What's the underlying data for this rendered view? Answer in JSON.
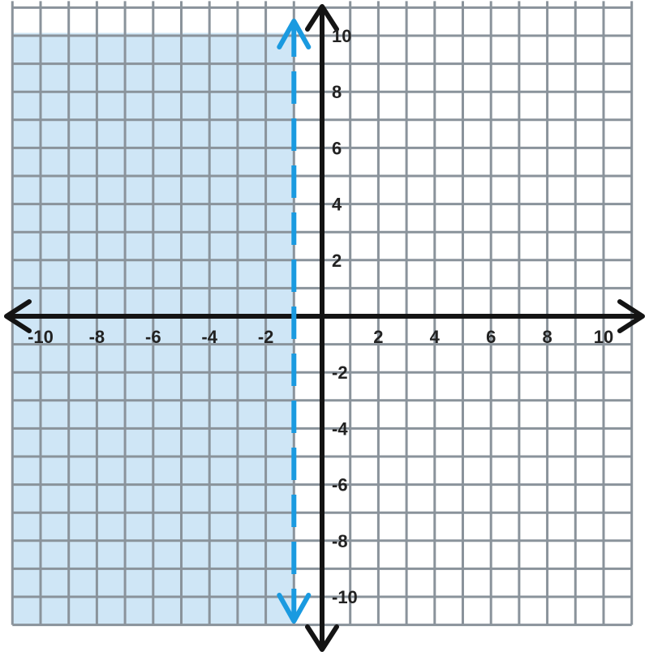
{
  "chart_data": {
    "type": "inequality_graph",
    "xlim": [
      -11,
      11
    ],
    "ylim": [
      -11,
      11
    ],
    "grid": true,
    "x_tick_labels": [
      {
        "v": -10,
        "t": "-10"
      },
      {
        "v": -8,
        "t": "-8"
      },
      {
        "v": -6,
        "t": "-6"
      },
      {
        "v": -4,
        "t": "-4"
      },
      {
        "v": -2,
        "t": "-2"
      },
      {
        "v": 2,
        "t": "2"
      },
      {
        "v": 4,
        "t": "4"
      },
      {
        "v": 6,
        "t": "6"
      },
      {
        "v": 8,
        "t": "8"
      },
      {
        "v": 10,
        "t": "10"
      }
    ],
    "y_tick_labels": [
      {
        "v": 10,
        "t": "10"
      },
      {
        "v": 8,
        "t": "8"
      },
      {
        "v": 6,
        "t": "6"
      },
      {
        "v": 4,
        "t": "4"
      },
      {
        "v": 2,
        "t": "2"
      },
      {
        "v": -2,
        "t": "-2"
      },
      {
        "v": -4,
        "t": "-4"
      },
      {
        "v": -6,
        "t": "-6"
      },
      {
        "v": -8,
        "t": "-8"
      },
      {
        "v": -10,
        "t": "-10"
      }
    ],
    "boundary": {
      "type": "vertical",
      "x": -1,
      "style": "dashed"
    },
    "shaded_region": {
      "x_from": -11,
      "x_to": -1,
      "y_from": -11,
      "y_to": 10.1
    }
  },
  "colors": {
    "grid": "#8a939b",
    "axis": "#141414",
    "boundary": "#1a9ae0",
    "shade": "#cfe6f6",
    "text": "#222222"
  }
}
